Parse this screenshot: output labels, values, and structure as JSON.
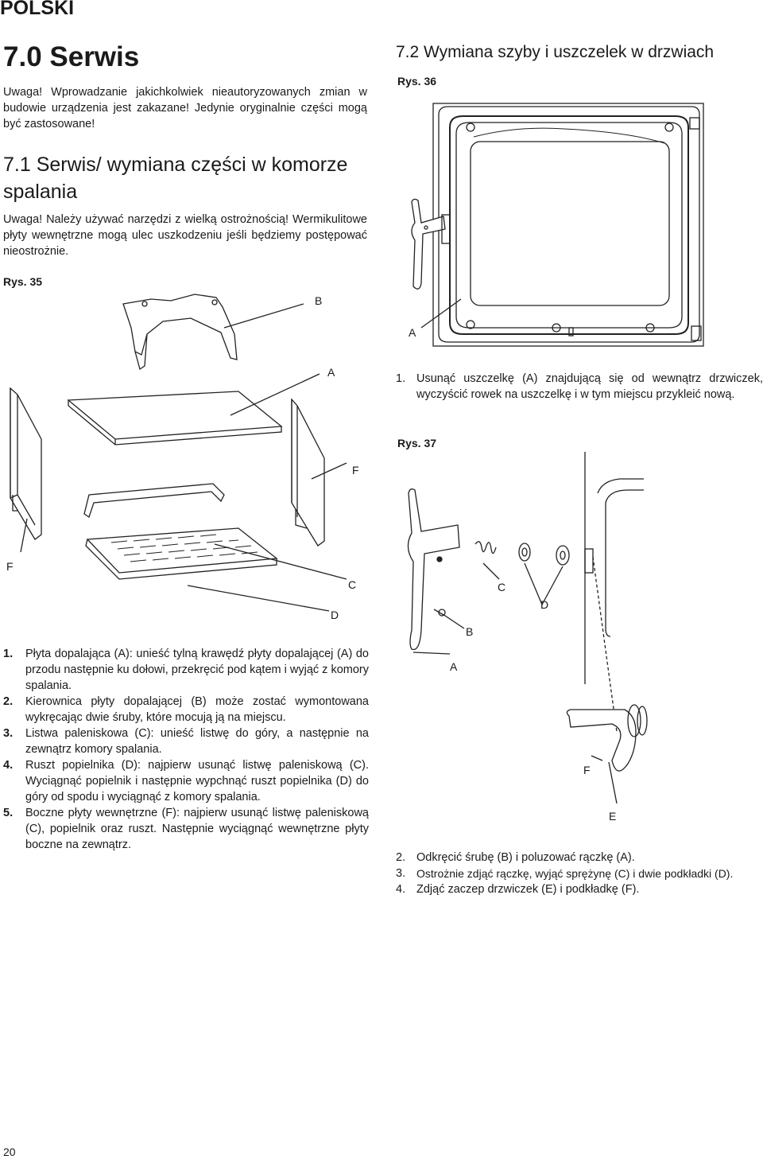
{
  "header": {
    "language": "POLSKI"
  },
  "section": {
    "title": "7.0 Serwis"
  },
  "intro_warning": "Uwaga! Wprowadzanie jakichkolwiek nieautoryzowanych zmian w budowie urządzenia jest zakazane! Jedynie oryginalnie części mogą być zastosowane!",
  "subsection1": {
    "title": "7.1 Serwis/ wymiana części w komorze spalania",
    "warning": "Uwaga! Należy używać narzędzi z wielką ostrożnością! Wermikulitowe płyty wewnętrzne mogą ulec uszkodzeniu jeśli będziemy postępować nieostrożnie.",
    "figure_label": "Rys. 35",
    "callouts": {
      "a": "A",
      "b": "B",
      "c": "C",
      "d": "D",
      "f1": "F",
      "f2": "F"
    },
    "steps": [
      {
        "num": "1.",
        "text": "Płyta dopalająca (A): unieść tylną krawędź płyty dopalającej (A) do przodu następnie ku dołowi, przekręcić pod kątem i wyjąć z komory spalania."
      },
      {
        "num": "2.",
        "text": "Kierownica płyty dopalającej (B) może zostać wymontowana wykręcając dwie śruby, które mocują ją na miejscu."
      },
      {
        "num": "3.",
        "text": "Listwa paleniskowa (C): unieść listwę do góry, a następnie na zewnątrz komory spalania."
      },
      {
        "num": "4.",
        "text": "Ruszt popielnika (D): najpierw usunąć listwę paleniskową (C). Wyciągnąć popielnik i następnie wypchnąć ruszt popielnika (D) do góry od spodu i wyciągnąć z komory spalania."
      },
      {
        "num": "5.",
        "text": "Boczne płyty wewnętrzne (F): najpierw usunąć listwę paleniskową (C), popielnik oraz ruszt. Następnie wyciągnąć wewnętrzne płyty boczne na zewnątrz."
      }
    ]
  },
  "subsection2": {
    "title": "7.2 Wymiana szyby i uszczelek w drzwiach",
    "figure36_label": "Rys. 36",
    "figure36_callout": "A",
    "step1": {
      "num": "1.",
      "text": "Usunąć uszczelkę (A) znajdującą się od wewnątrz drzwiczek, wyczyścić rowek na uszczelkę i w tym miejscu przykleić nową."
    },
    "figure37_label": "Rys. 37",
    "figure37_callouts": {
      "a": "A",
      "b": "B",
      "c": "C",
      "d": "D",
      "e": "E",
      "f": "F"
    },
    "steps": [
      {
        "num": "2.",
        "text": "Odkręcić śrubę (B) i poluzować rączkę (A)."
      },
      {
        "num": "3.",
        "text": "Ostrożnie zdjąć rączkę, wyjąć sprężynę (C) i dwie podkładki (D)."
      },
      {
        "num": "4.",
        "text": "Zdjąć zaczep drzwiczek (E) i podkładkę (F)."
      }
    ]
  },
  "footer": {
    "page_number": "20"
  }
}
